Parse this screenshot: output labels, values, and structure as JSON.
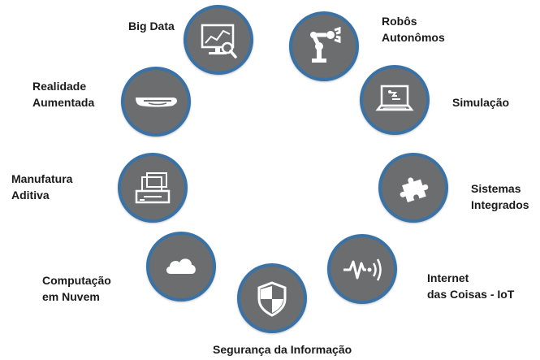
{
  "topics": [
    {
      "id": "big-data",
      "label": "Big Data",
      "icon": "analytics-screen-icon"
    },
    {
      "id": "robos",
      "label": "Robôs\nAutonômos",
      "icon": "robot-arm-icon"
    },
    {
      "id": "simulacao",
      "label": "Simulação",
      "icon": "laptop-icon"
    },
    {
      "id": "sistemas",
      "label": "Sistemas\nIntegrados",
      "icon": "puzzle-piece-icon"
    },
    {
      "id": "iot",
      "label": "Internet\ndas Coisas - IoT",
      "icon": "signal-wave-icon"
    },
    {
      "id": "seguranca",
      "label": "Segurança da Informação",
      "icon": "shield-icon"
    },
    {
      "id": "nuvem",
      "label": "Computação\nem Nuvem",
      "icon": "cloud-icon"
    },
    {
      "id": "manufatura",
      "label": "Manufatura\nAditiva",
      "icon": "printer-3d-icon"
    },
    {
      "id": "realidade",
      "label": "Realidade\nAumentada",
      "icon": "ar-glasses-icon"
    }
  ],
  "colors": {
    "circle_fill": "#6b6d6f",
    "circle_border": "#3a72a6",
    "icon": "#ffffff",
    "label_text": "#1a1a1a"
  }
}
